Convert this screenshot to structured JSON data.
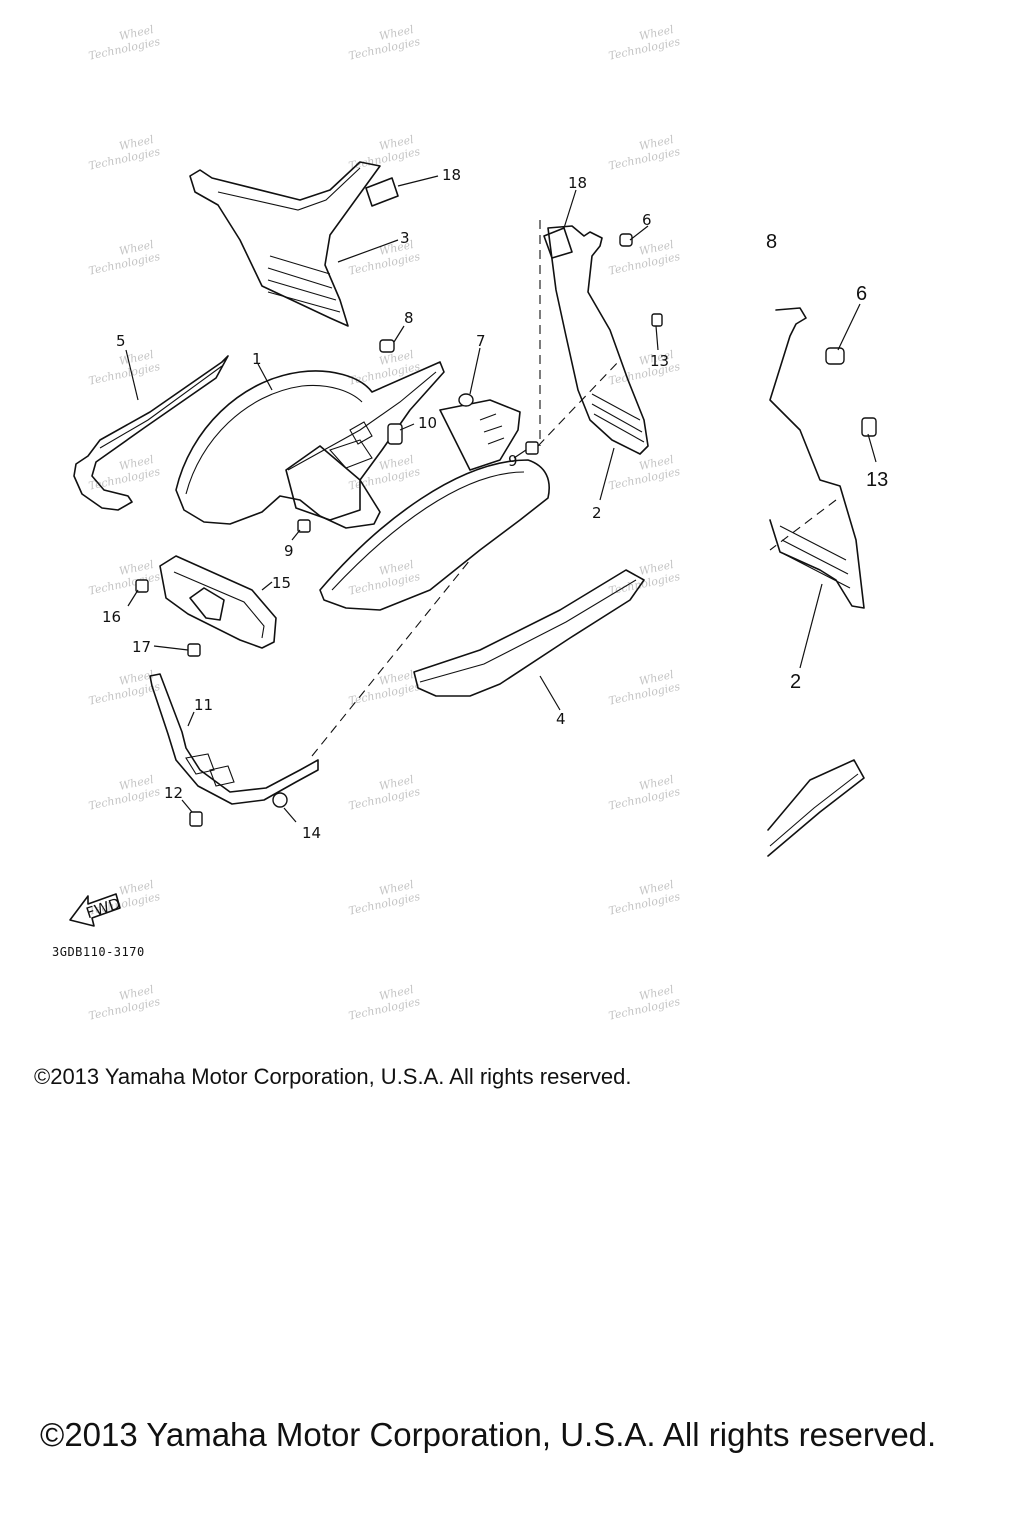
{
  "diagram": {
    "code": "3GDB110-3170",
    "direction_marker": "FWD",
    "callouts": [
      "1",
      "2",
      "3",
      "4",
      "5",
      "6",
      "7",
      "8",
      "9",
      "9",
      "10",
      "11",
      "12",
      "13",
      "14",
      "15",
      "16",
      "17",
      "18",
      "18"
    ],
    "detail_callouts": [
      "8",
      "6",
      "13",
      "2"
    ],
    "watermark_line1": "Wheel",
    "watermark_line2": "Technologies"
  },
  "footer": {
    "copyright_small": "©2013 Yamaha Motor Corporation, U.S.A. All rights reserved.",
    "copyright_large": "©2013 Yamaha Motor Corporation, U.S.A. All rights reserved."
  }
}
